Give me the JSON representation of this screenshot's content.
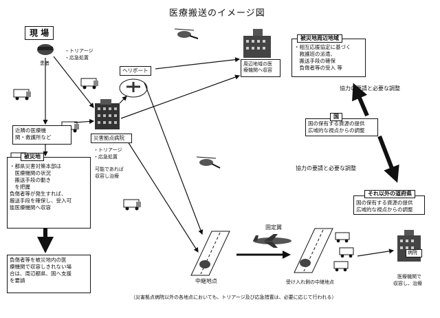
{
  "title": "医療搬送のイメージ図",
  "genba": "現 場",
  "patient": "患者",
  "triage1": "・トリアージ",
  "emerg1": "・応急処置",
  "heliport": "ヘリポート",
  "nearby_hospital": {
    "lines": [
      "近隣の医療機",
      "関・救護所など"
    ]
  },
  "disaster_hq": {
    "tab": "被災地",
    "lines": [
      "・都県災害対策本部は",
      "　医療機関の状況",
      "　搬送手段の動き",
      "　を把握",
      "",
      "負傷者等が発生すれば、",
      "搬送手段を確保し、受入可",
      "能医療機関へ収容"
    ]
  },
  "bottom_left": {
    "lines": [
      "負傷者等を被災地内の医",
      "療機関で収容しきれない場",
      "合は、周辺都県、国へ支援",
      "を要請"
    ]
  },
  "base_hospital": "災害拠点病院",
  "triage2": "・トリアージ",
  "emerg2": "・応急処置",
  "capable": [
    "可能であれば",
    "収容し治療"
  ],
  "surrounding_hospital": [
    "周辺地域の医",
    "療機関へ収容"
  ],
  "surrounding_region": {
    "tab": "被災地周辺地域",
    "lines": [
      "・相互応援協定に基づく",
      "　救護班の派遣、",
      "　搬送手段の確保",
      "　負傷者等の受入 等"
    ]
  },
  "coop1": "協力の要請と必要な調整",
  "national": {
    "tab": "国",
    "lines": [
      "国の保有する資源の提供",
      "広域的な視点からの調整"
    ]
  },
  "coop2": "協力の要請と必要な調整",
  "other_prefectures": {
    "tab": "それ以外の道府県",
    "lines": [
      "国の保有する資源の提供",
      "広域的な視点からの調整"
    ]
  },
  "fixed_wing": "固定翼",
  "relay_point": "中継地点",
  "receiving_relay": "受け入れ側の中継地点",
  "hospital_label": "病院",
  "final_hospital": [
    "医療機関で",
    "収容し、治療"
  ],
  "footnote": "（災害拠点病院以外の各地点においても、トリアージ及び応急措置は、必要に応じて行われる）"
}
